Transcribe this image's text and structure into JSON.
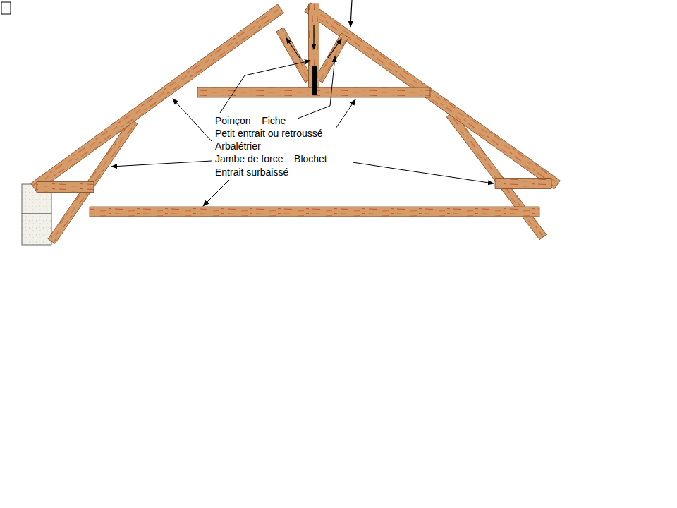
{
  "diagram": {
    "labels": [
      "Poinçon _ Fiche",
      "Petit entrait ou retroussé",
      "Arbalétrier",
      "Jambe de force _ Blochet",
      "Entrait surbaissé"
    ]
  }
}
